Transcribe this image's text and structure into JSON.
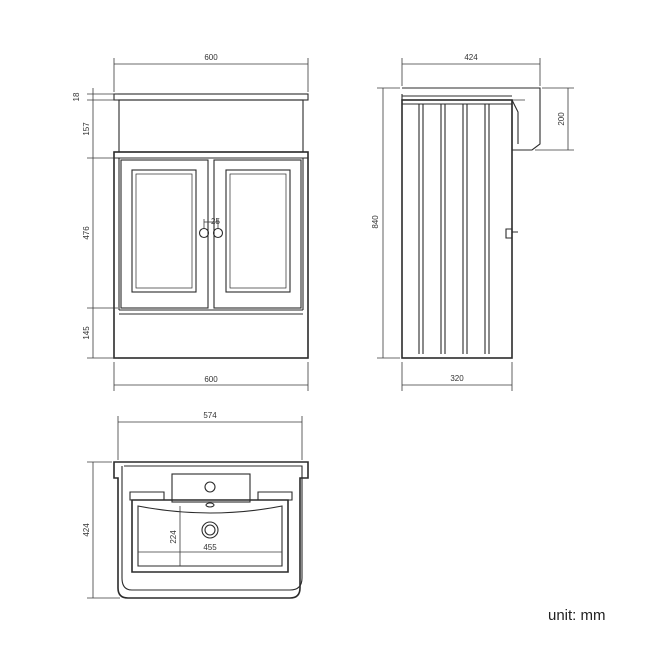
{
  "dimensions": {
    "front_width_top": "600",
    "front_width_bottom": "600",
    "worktop_thickness": "18",
    "basin_height": "157",
    "door_height": "476",
    "plinth_height": "145",
    "knob_spacing": "25",
    "side_total_height": "840",
    "side_depth_top": "424",
    "side_depth_bottom": "320",
    "side_basin_height": "200",
    "plan_width": "574",
    "plan_depth": "424",
    "bowl_width": "455",
    "bowl_depth": "224"
  },
  "unit_label": "unit: mm",
  "colors": {
    "line": "#2b2b2b",
    "text": "#333333"
  }
}
